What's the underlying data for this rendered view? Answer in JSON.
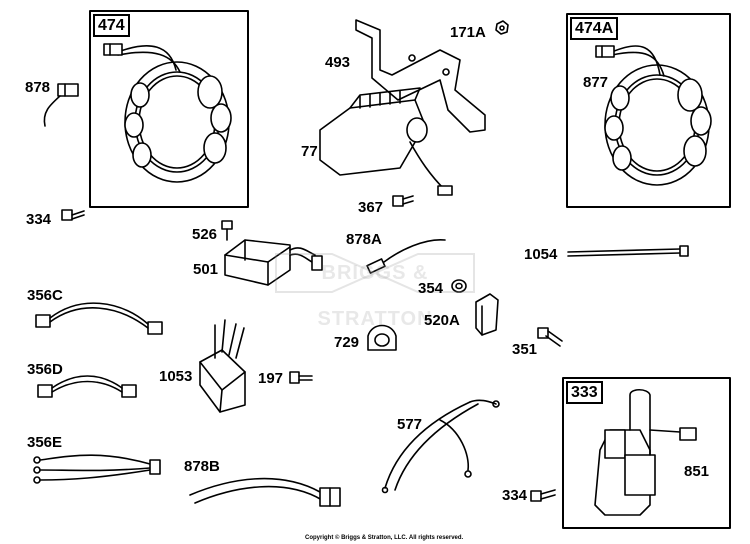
{
  "watermark": "BRIGGS & STRATTON",
  "copyright": "Copyright © Briggs & Stratton, LLC. All rights reserved.",
  "boxes": {
    "box_474": "474",
    "box_474a": "474A",
    "box_333": "333"
  },
  "parts": {
    "p878": "878",
    "p334a": "334",
    "p493": "493",
    "p171a": "171A",
    "p77": "77",
    "p367": "367",
    "p877": "877",
    "p526": "526",
    "p501": "501",
    "p878a": "878A",
    "p1054": "1054",
    "p356c": "356C",
    "p354": "354",
    "p520a": "520A",
    "p729": "729",
    "p351": "351",
    "p1053": "1053",
    "p197": "197",
    "p356d": "356D",
    "p577": "577",
    "p356e": "356E",
    "p878b": "878B",
    "p851": "851",
    "p334b": "334"
  }
}
